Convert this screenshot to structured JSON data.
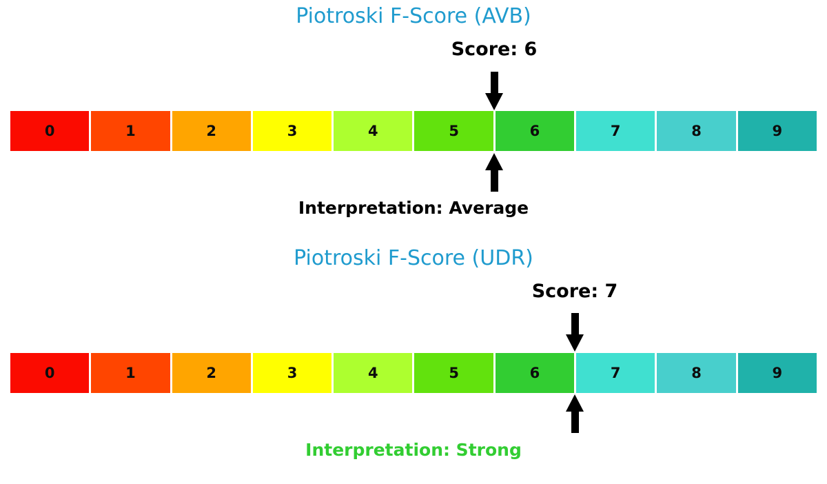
{
  "scale": {
    "segments": [
      {
        "label": "0",
        "color": "#FB0B00"
      },
      {
        "label": "1",
        "color": "#FF4500"
      },
      {
        "label": "2",
        "color": "#FFA500"
      },
      {
        "label": "3",
        "color": "#FFFF00"
      },
      {
        "label": "4",
        "color": "#ADFF2F"
      },
      {
        "label": "5",
        "color": "#62E20D"
      },
      {
        "label": "6",
        "color": "#32CD32"
      },
      {
        "label": "7",
        "color": "#40E0D0"
      },
      {
        "label": "8",
        "color": "#48CFCC"
      },
      {
        "label": "9",
        "color": "#20B2AA"
      }
    ]
  },
  "charts": [
    {
      "title": "Piotroski F-Score (AVB)",
      "title_color": "#1F9BCE",
      "score_label": "Score: 6",
      "interpretation_label": "Interpretation: Average",
      "interpretation_color": "#000000"
    },
    {
      "title": "Piotroski F-Score (UDR)",
      "title_color": "#1F9BCE",
      "score_label": "Score: 7",
      "interpretation_label": "Interpretation: Strong",
      "interpretation_color": "#32CD32"
    }
  ],
  "chart_data": [
    {
      "type": "bar",
      "title": "Piotroski F-Score (AVB)",
      "categories": [
        0,
        1,
        2,
        3,
        4,
        5,
        6,
        7,
        8,
        9
      ],
      "score": 6,
      "score_marker_position": 6,
      "interpretation": "Average",
      "segment_colors": [
        "#FB0B00",
        "#FF4500",
        "#FFA500",
        "#FFFF00",
        "#ADFF2F",
        "#62E20D",
        "#32CD32",
        "#40E0D0",
        "#48CFCC",
        "#20B2AA"
      ],
      "xlim": [
        0,
        10
      ],
      "legend": "none",
      "grid": false
    },
    {
      "type": "bar",
      "title": "Piotroski F-Score (UDR)",
      "categories": [
        0,
        1,
        2,
        3,
        4,
        5,
        6,
        7,
        8,
        9
      ],
      "score": 7,
      "score_marker_position": 7,
      "interpretation": "Strong",
      "segment_colors": [
        "#FB0B00",
        "#FF4500",
        "#FFA500",
        "#FFFF00",
        "#ADFF2F",
        "#62E20D",
        "#32CD32",
        "#40E0D0",
        "#48CFCC",
        "#20B2AA"
      ],
      "xlim": [
        0,
        10
      ],
      "legend": "none",
      "grid": false
    }
  ]
}
